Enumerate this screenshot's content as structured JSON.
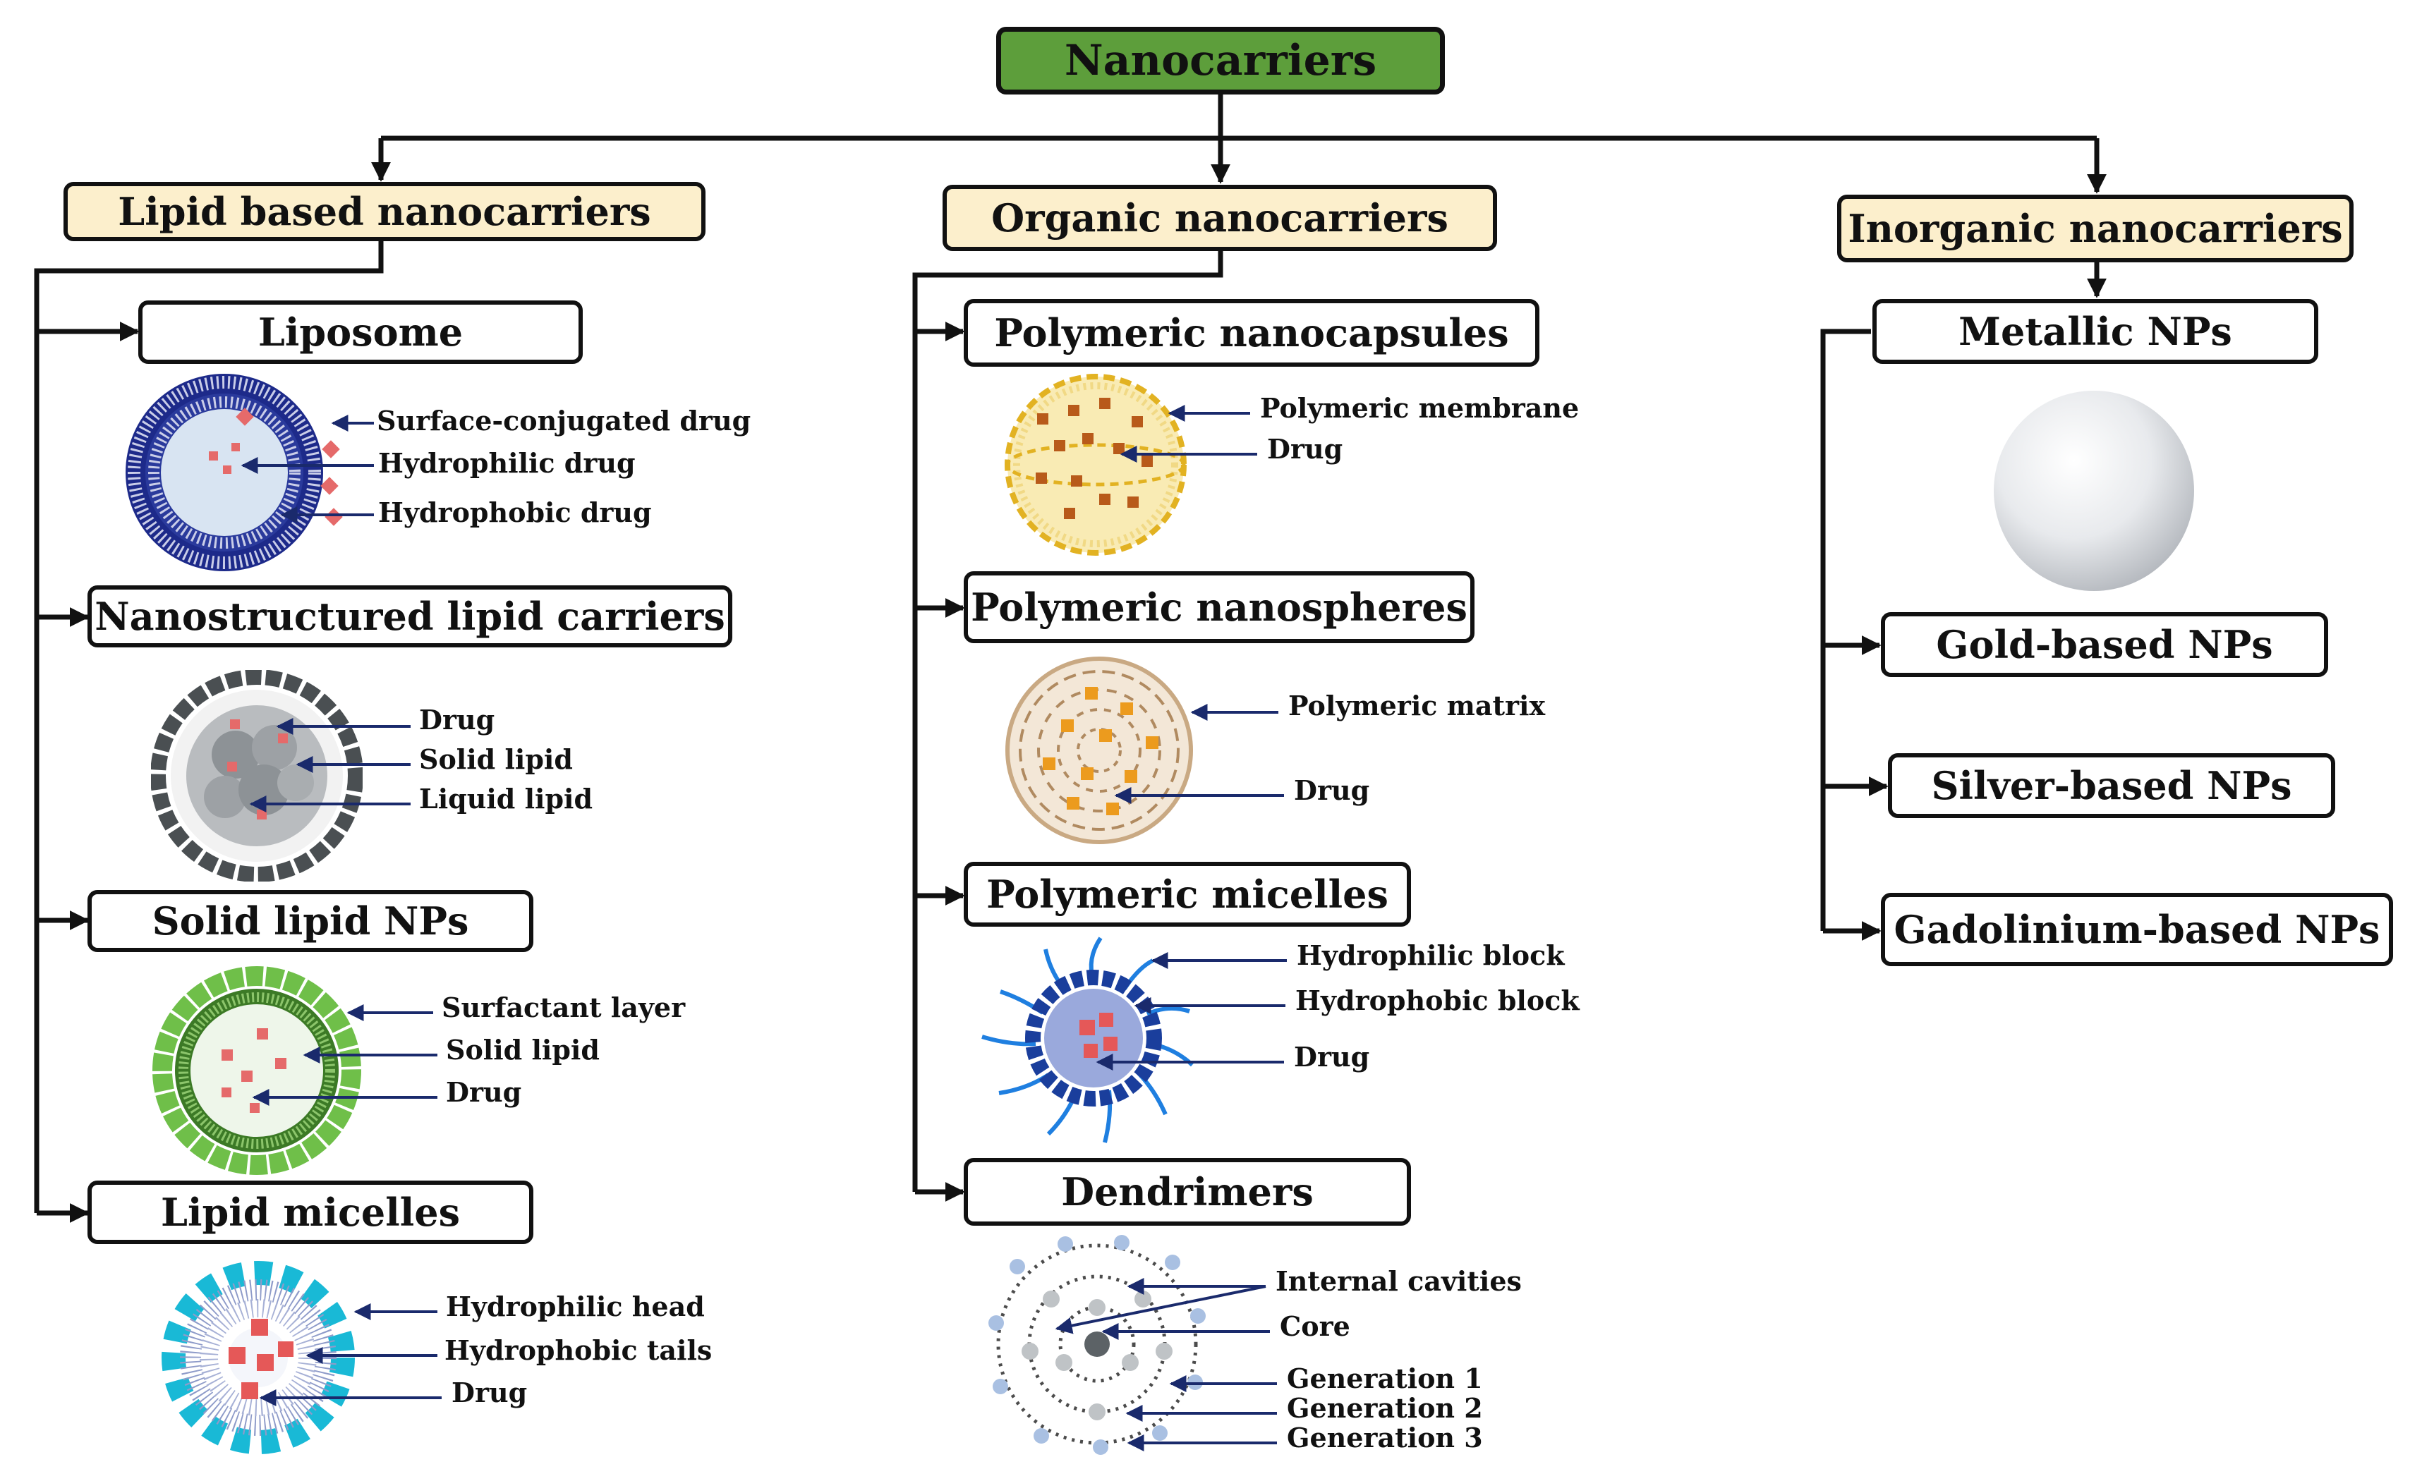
{
  "root": {
    "label": "Nanocarriers",
    "color": "#5d9e3b"
  },
  "categories": {
    "lipid": {
      "label": "Lipid based nanocarriers"
    },
    "organic": {
      "label": "Organic nanocarriers"
    },
    "inorganic": {
      "label": "Inorganic nanocarriers"
    },
    "fill_color": "#fcefcc"
  },
  "lipid_items": {
    "liposome": {
      "label": "Liposome",
      "parts": [
        "Surface-conjugated drug",
        "Hydrophilic drug",
        "Hydrophobic drug"
      ]
    },
    "nlc": {
      "label": "Nanostructured lipid carriers",
      "parts": [
        "Drug",
        "Solid lipid",
        "Liquid lipid"
      ]
    },
    "sln": {
      "label": "Solid lipid NPs",
      "parts": [
        "Surfactant layer",
        "Solid lipid",
        "Drug"
      ]
    },
    "lipid_micelles": {
      "label": "Lipid micelles",
      "parts": [
        "Hydrophilic head",
        "Hydrophobic tails",
        "Drug"
      ]
    }
  },
  "organic_items": {
    "nanocapsules": {
      "label": "Polymeric nanocapsules",
      "parts": [
        "Polymeric membrane",
        "Drug"
      ]
    },
    "nanospheres": {
      "label": "Polymeric nanospheres",
      "parts": [
        "Polymeric matrix",
        "Drug"
      ]
    },
    "poly_micelles": {
      "label": "Polymeric micelles",
      "parts": [
        "Hydrophilic block",
        "Hydrophobic block",
        "Drug"
      ]
    },
    "dendrimers": {
      "label": "Dendrimers",
      "parts": [
        "Internal cavities",
        "Core",
        "Generation 1",
        "Generation 2",
        "Generation 3"
      ]
    }
  },
  "inorganic_items": {
    "metallic": {
      "label": "Metallic NPs"
    },
    "gold": {
      "label": "Gold-based NPs"
    },
    "silver": {
      "label": "Silver-based NPs"
    },
    "gadolinium": {
      "label": "Gadolinium-based NPs"
    }
  }
}
